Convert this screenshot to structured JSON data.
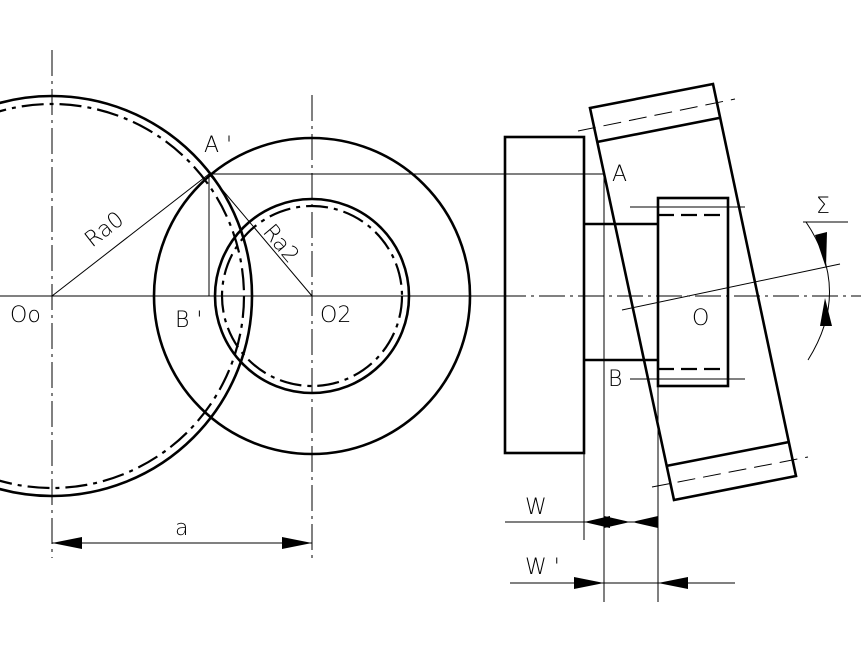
{
  "labels": {
    "oo": "Oo",
    "o2": "O2",
    "ra0": "Ra0",
    "ra2": "Ra2",
    "a_prime": "A '",
    "b_prime": "B '",
    "a": "A",
    "b": "B",
    "o": "O",
    "sigma": "Σ",
    "dim_a": "a",
    "w": "W",
    "w_prime": "W '"
  }
}
